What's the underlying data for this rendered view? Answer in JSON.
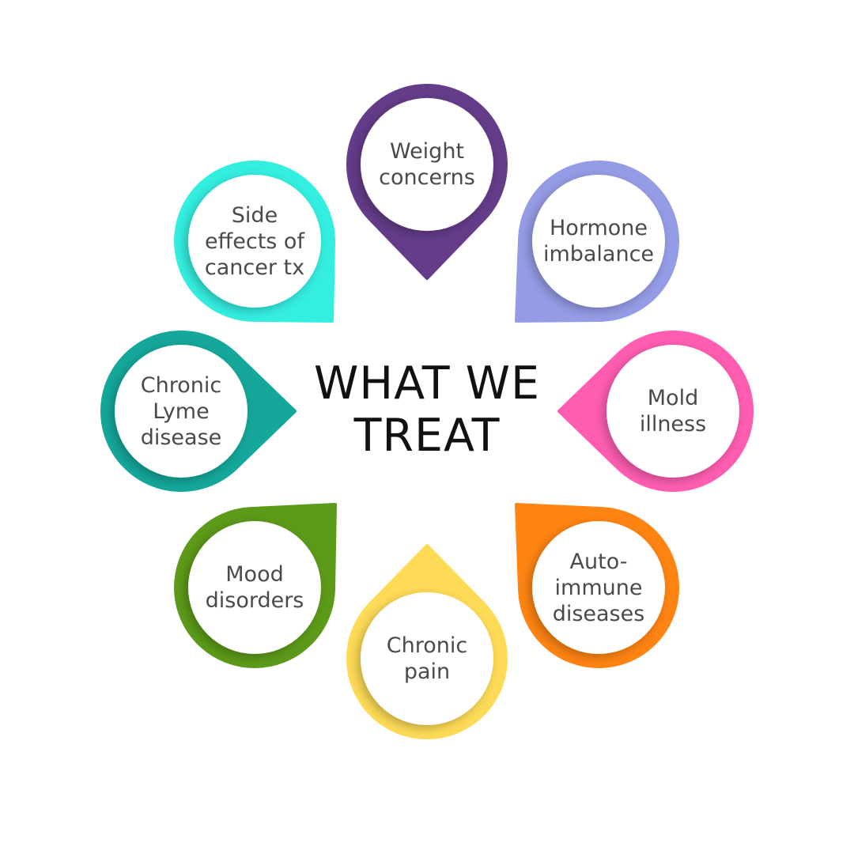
{
  "title": {
    "line1": "WHAT WE",
    "line2": "TREAT"
  },
  "items": [
    {
      "id": "weight-concerns",
      "lines": [
        "Weight",
        "concerns"
      ],
      "color": "#643C8A"
    },
    {
      "id": "hormone-imbalance",
      "lines": [
        "Hormone",
        "imbalance"
      ],
      "color": "#959CE6"
    },
    {
      "id": "mold-illness",
      "lines": [
        "Mold",
        "illness"
      ],
      "color": "#FF5DB1"
    },
    {
      "id": "autoimmune-diseases",
      "lines": [
        "Auto-",
        "immune",
        "diseases"
      ],
      "color": "#FF8412"
    },
    {
      "id": "chronic-pain",
      "lines": [
        "Chronic",
        "pain"
      ],
      "color": "#FEDB57"
    },
    {
      "id": "mood-disorders",
      "lines": [
        "Mood",
        "disorders"
      ],
      "color": "#5C9A19"
    },
    {
      "id": "chronic-lyme-disease",
      "lines": [
        "Chronic",
        "Lyme",
        "disease"
      ],
      "color": "#14A79A"
    },
    {
      "id": "side-effects-cancer-tx",
      "lines": [
        "Side",
        "effects of",
        "cancer tx"
      ],
      "color": "#34EEE0"
    }
  ]
}
